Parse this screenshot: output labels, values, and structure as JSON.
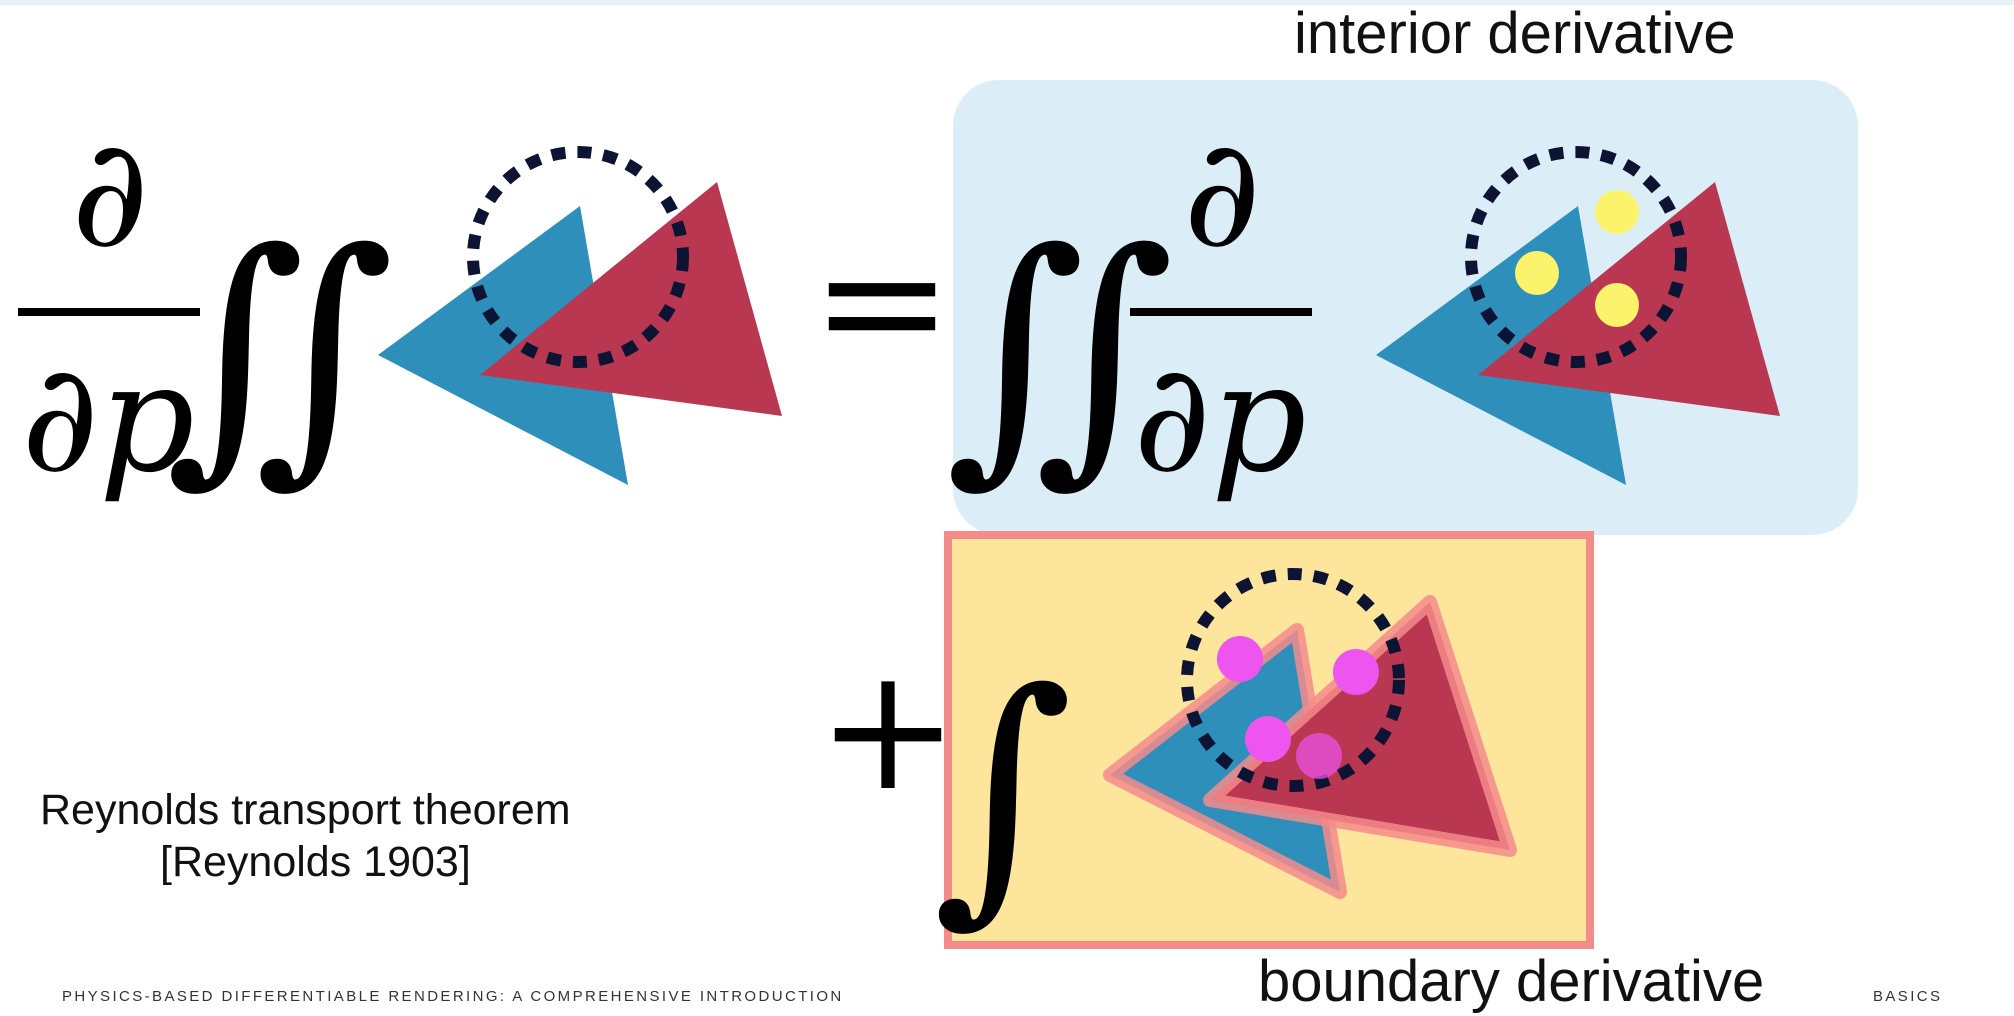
{
  "labels": {
    "interior": "interior derivative",
    "boundary": "boundary derivative",
    "theorem_name": "Reynolds transport theorem",
    "theorem_citation": "[Reynolds 1903]"
  },
  "footer": {
    "left": "PHYSICS-BASED DIFFERENTIABLE RENDERING: A COMPREHENSIVE INTRODUCTION",
    "right": "BASICS"
  },
  "math": {
    "partial": "∂",
    "partial_p": "∂p",
    "double_integral": "∬",
    "integral": "∫",
    "equals": "=",
    "plus": "+"
  },
  "colors": {
    "blue_triangle": "#2e8fbb",
    "red_triangle": "#b93751",
    "circle": "#0d1433",
    "interior_box": "#dbeef8",
    "boundary_box": "#fde59c",
    "boundary_border": "#f48b8b",
    "interior_dot": "#fbf36c",
    "boundary_dot": "#ee54ee"
  }
}
